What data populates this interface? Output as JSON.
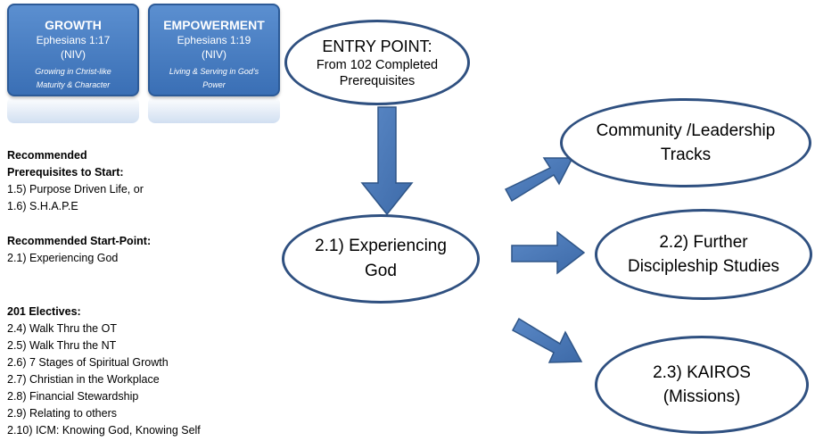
{
  "boxes": [
    {
      "title": "GROWTH",
      "ref": "Ephesians 1:17",
      "ver": "(NIV)",
      "sub1": "Growing in Christ-like",
      "sub2": "Maturity & Character"
    },
    {
      "title": "EMPOWERMENT",
      "ref": "Ephesians 1:19",
      "ver": "(NIV)",
      "sub1": "Living & Serving in God's",
      "sub2": "Power"
    }
  ],
  "left": {
    "prereq_head1": "Recommended",
    "prereq_head2": "Prerequisites to Start:",
    "prereq_items": [
      "1.5) Purpose Driven Life, or",
      "1.6) S.H.A.P.E"
    ],
    "start_head": "Recommended Start-Point:",
    "start_item": "2.1) Experiencing God",
    "electives_head": "201 Electives:",
    "electives": [
      "2.4) Walk Thru the OT",
      "2.5) Walk Thru the NT",
      "2.6) 7 Stages of Spiritual Growth",
      "2.7) Christian in the Workplace",
      "2.8) Financial Stewardship",
      "2.9) Relating to others",
      "2.10) ICM: Knowing God, Knowing Self"
    ]
  },
  "nodes": {
    "entry": {
      "line1": "ENTRY POINT:",
      "line2": "From 102 Completed",
      "line3": "Prerequisites"
    },
    "experiencing": {
      "line1": "2.1) Experiencing",
      "line2": "God"
    },
    "community": {
      "line1": "Community /Leadership",
      "line2": "Tracks"
    },
    "further": {
      "line1": "2.2) Further",
      "line2": "Discipleship Studies"
    },
    "kairos": {
      "line1": "2.3) KAIROS",
      "line2": "(Missions)"
    }
  },
  "colors": {
    "box_fill": "#3a6fb5",
    "arrow_fill": "#4a78b8",
    "ellipse_stroke": "#2f5080"
  }
}
